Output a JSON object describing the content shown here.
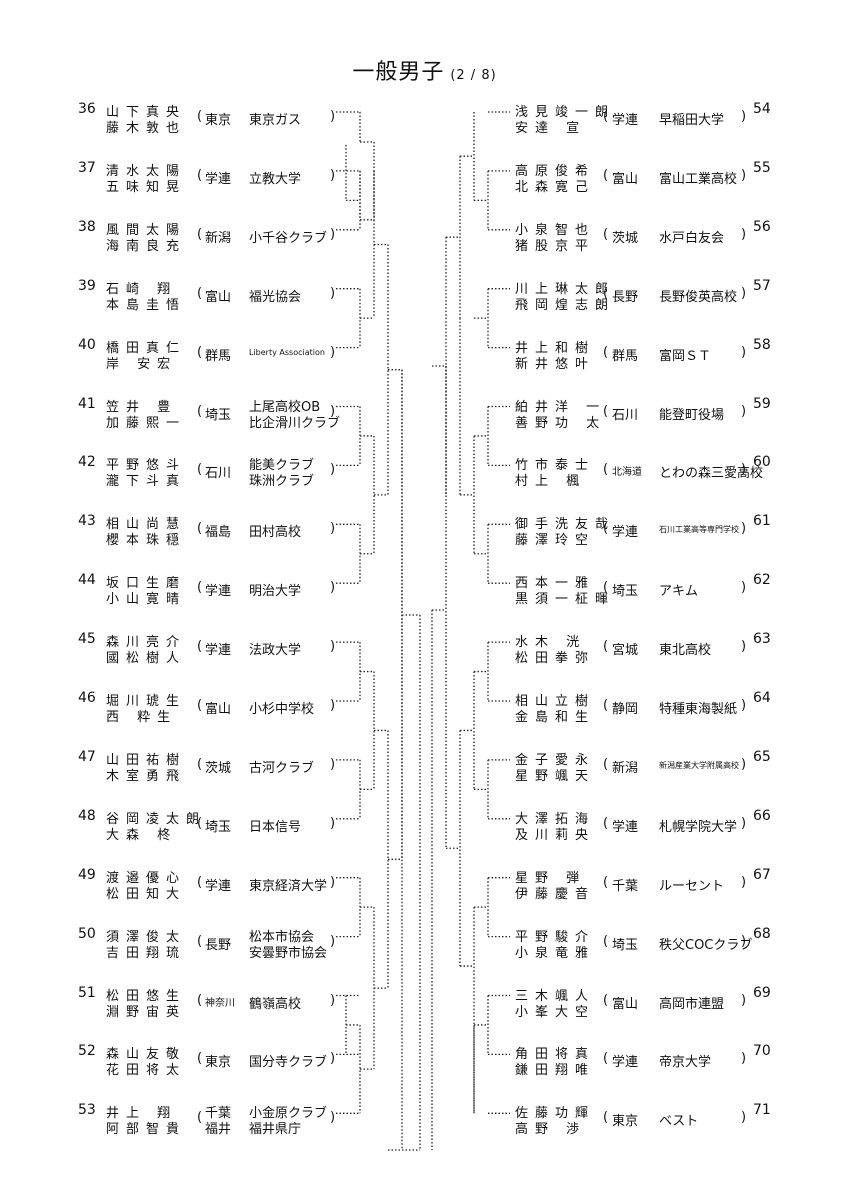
{
  "title": "一般男子",
  "subtitle": "(2 / 8)",
  "left_entries": [
    {
      "no": "36",
      "p1": "山下真央",
      "p2": "藤木敦也",
      "pref1": "東京",
      "pref2": "",
      "club1": "東京ガス",
      "club2": ""
    },
    {
      "no": "37",
      "p1": "清水太陽",
      "p2": "五味知晃",
      "pref1": "学連",
      "pref2": "",
      "club1": "立教大学",
      "club2": ""
    },
    {
      "no": "38",
      "p1": "風間太陽",
      "p2": "海南良充",
      "pref1": "新潟",
      "pref2": "",
      "club1": "小千谷クラブ",
      "club2": ""
    },
    {
      "no": "39",
      "p1": "石崎 翔",
      "p2": "本島圭悟",
      "pref1": "富山",
      "pref2": "",
      "club1": "福光協会",
      "club2": ""
    },
    {
      "no": "40",
      "p1": "橋田真仁",
      "p2": "岸 安宏",
      "pref1": "群馬",
      "pref2": "",
      "club1": "Liberty Association",
      "club2": ""
    },
    {
      "no": "41",
      "p1": "笠井 豊",
      "p2": "加藤熙一",
      "pref1": "埼玉",
      "pref2": "",
      "club1": "上尾高校OB",
      "club2": "比企滑川クラブ"
    },
    {
      "no": "42",
      "p1": "平野悠斗",
      "p2": "瀧下斗真",
      "pref1": "石川",
      "pref2": "",
      "club1": "能美クラブ",
      "club2": "珠洲クラブ"
    },
    {
      "no": "43",
      "p1": "相山尚慧",
      "p2": "櫻本珠穏",
      "pref1": "福島",
      "pref2": "",
      "club1": "田村高校",
      "club2": ""
    },
    {
      "no": "44",
      "p1": "坂口生磨",
      "p2": "小山寛晴",
      "pref1": "学連",
      "pref2": "",
      "club1": "明治大学",
      "club2": ""
    },
    {
      "no": "45",
      "p1": "森川亮介",
      "p2": "國松樹人",
      "pref1": "学連",
      "pref2": "",
      "club1": "法政大学",
      "club2": ""
    },
    {
      "no": "46",
      "p1": "堀川琥生",
      "p2": "西 粋生",
      "pref1": "富山",
      "pref2": "",
      "club1": "小杉中学校",
      "club2": ""
    },
    {
      "no": "47",
      "p1": "山田祐樹",
      "p2": "木室勇飛",
      "pref1": "茨城",
      "pref2": "",
      "club1": "古河クラブ",
      "club2": ""
    },
    {
      "no": "48",
      "p1": "谷岡凌太朗",
      "p2": "大森 柊",
      "pref1": "埼玉",
      "pref2": "",
      "club1": "日本信号",
      "club2": ""
    },
    {
      "no": "49",
      "p1": "渡邉優心",
      "p2": "松田知大",
      "pref1": "学連",
      "pref2": "",
      "club1": "東京経済大学",
      "club2": ""
    },
    {
      "no": "50",
      "p1": "須澤俊太",
      "p2": "吉田翔琉",
      "pref1": "長野",
      "pref2": "",
      "club1": "松本市協会",
      "club2": "安曇野市協会"
    },
    {
      "no": "51",
      "p1": "松田悠生",
      "p2": "淵野宙英",
      "pref1": "神奈川",
      "pref2": "",
      "club1": "鶴嶺高校",
      "club2": ""
    },
    {
      "no": "52",
      "p1": "森山友敬",
      "p2": "花田将太",
      "pref1": "東京",
      "pref2": "",
      "club1": "国分寺クラブ",
      "club2": ""
    },
    {
      "no": "53",
      "p1": "井上 翔",
      "p2": "阿部智貴",
      "pref1": "千葉",
      "pref2": "福井",
      "club1": "小金原クラブ",
      "club2": "福井県庁"
    }
  ],
  "right_entries": [
    {
      "no": "54",
      "p1": "浅見竣一朗",
      "p2": "安達 宣",
      "pref1": "学連",
      "pref2": "",
      "club1": "早稲田大学",
      "club2": ""
    },
    {
      "no": "55",
      "p1": "高原俊希",
      "p2": "北森寛己",
      "pref1": "富山",
      "pref2": "",
      "club1": "富山工業高校",
      "club2": ""
    },
    {
      "no": "56",
      "p1": "小泉智也",
      "p2": "猪股京平",
      "pref1": "茨城",
      "pref2": "",
      "club1": "水戸白友会",
      "club2": ""
    },
    {
      "no": "57",
      "p1": "川上琳太郎",
      "p2": "飛岡煌志朗",
      "pref1": "長野",
      "pref2": "",
      "club1": "長野俊英高校",
      "club2": ""
    },
    {
      "no": "58",
      "p1": "井上和樹",
      "p2": "新井悠叶",
      "pref1": "群馬",
      "pref2": "",
      "club1": "富岡ＳＴ",
      "club2": ""
    },
    {
      "no": "59",
      "p1": "絈井洋 一",
      "p2": "善野功 太",
      "pref1": "石川",
      "pref2": "",
      "club1": "能登町役場",
      "club2": ""
    },
    {
      "no": "60",
      "p1": "竹市泰士",
      "p2": "村上 楓",
      "pref1": "北海道",
      "pref2": "",
      "club1": "とわの森三愛高校",
      "club2": ""
    },
    {
      "no": "61",
      "p1": "御手洗友哉",
      "p2": "藤澤玲空",
      "pref1": "学連",
      "pref2": "",
      "club1": "石川工業高等専門学校",
      "club2": ""
    },
    {
      "no": "62",
      "p1": "西本一雅",
      "p2": "黒須一柾暉",
      "pref1": "埼玉",
      "pref2": "",
      "club1": "アキム",
      "club2": ""
    },
    {
      "no": "63",
      "p1": "水木 洸",
      "p2": "松田拳弥",
      "pref1": "宮城",
      "pref2": "",
      "club1": "東北高校",
      "club2": ""
    },
    {
      "no": "64",
      "p1": "相山立樹",
      "p2": "金島和生",
      "pref1": "静岡",
      "pref2": "",
      "club1": "特種東海製紙",
      "club2": ""
    },
    {
      "no": "65",
      "p1": "金子愛永",
      "p2": "星野颯天",
      "pref1": "新潟",
      "pref2": "",
      "club1": "新潟産業大学附属高校",
      "club2": ""
    },
    {
      "no": "66",
      "p1": "大澤拓海",
      "p2": "及川莉央",
      "pref1": "学連",
      "pref2": "",
      "club1": "札幌学院大学",
      "club2": ""
    },
    {
      "no": "67",
      "p1": "星野 弾",
      "p2": "伊藤慶音",
      "pref1": "千葉",
      "pref2": "",
      "club1": "ルーセント",
      "club2": ""
    },
    {
      "no": "68",
      "p1": "平野駿介",
      "p2": "小泉竜雅",
      "pref1": "埼玉",
      "pref2": "",
      "club1": "秩父COCクラブ",
      "club2": ""
    },
    {
      "no": "69",
      "p1": "三木颯人",
      "p2": "小峯大空",
      "pref1": "富山",
      "pref2": "",
      "club1": "高岡市連盟",
      "club2": ""
    },
    {
      "no": "70",
      "p1": "角田将真",
      "p2": "鎌田翔唯",
      "pref1": "学連",
      "pref2": "",
      "club1": "帝京大学",
      "club2": ""
    },
    {
      "no": "71",
      "p1": "佐藤功輝",
      "p2": "高野 渉",
      "pref1": "東京",
      "pref2": "",
      "club1": "ベスト",
      "club2": ""
    }
  ],
  "paren_open": "(",
  "paren_close": ")"
}
